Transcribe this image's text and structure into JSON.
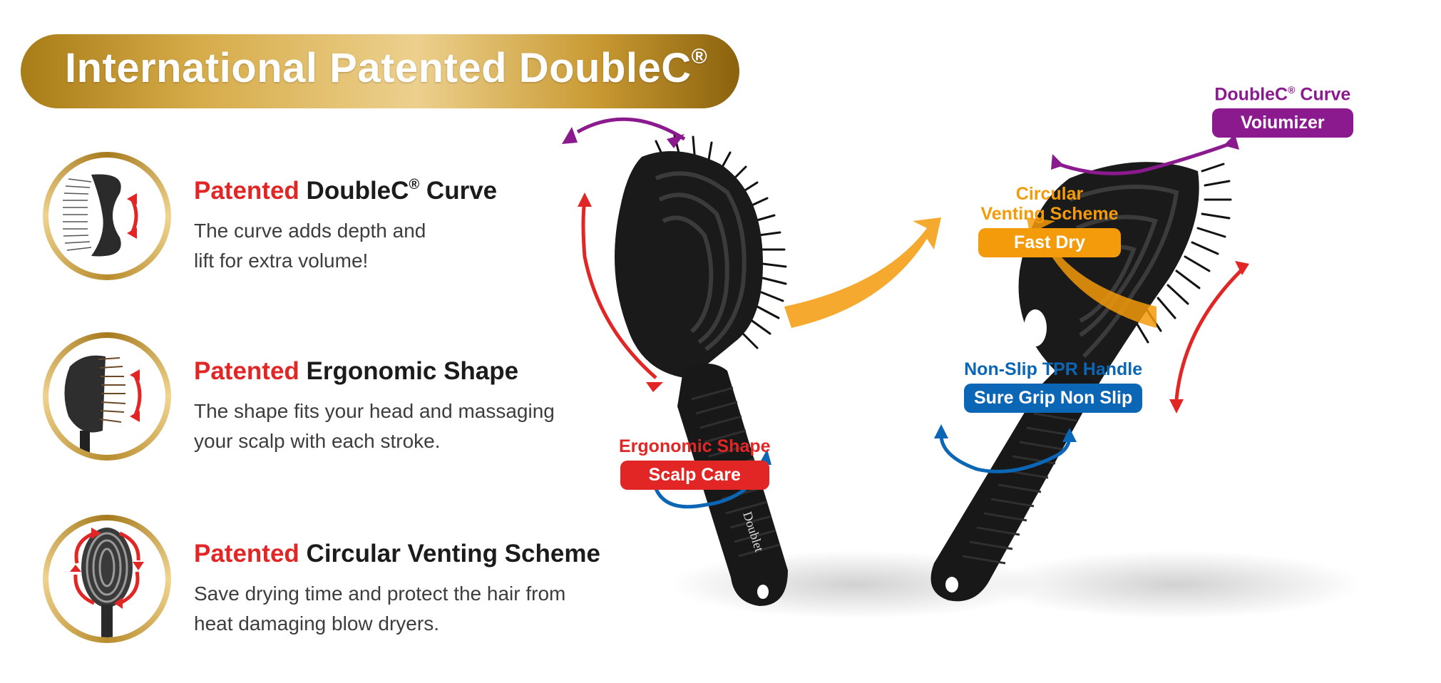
{
  "banner": {
    "title": "International Patented DoubleC",
    "mark": "®"
  },
  "features": [
    {
      "prefix": "Patented",
      "title": "DoubleC",
      "mark": "®",
      "title_suffix": " Curve",
      "lines": [
        "The curve adds depth and",
        "lift for extra volume!"
      ]
    },
    {
      "prefix": "Patented",
      "title": "Ergonomic Shape",
      "mark": "",
      "title_suffix": "",
      "lines": [
        "The shape fits your head and massaging",
        "your scalp with each stroke."
      ]
    },
    {
      "prefix": "Patented",
      "title": "Circular Venting Scheme",
      "mark": "",
      "title_suffix": "",
      "lines": [
        "Save drying time and protect the hair from",
        "heat damaging blow dryers."
      ]
    }
  ],
  "labels": {
    "curve": {
      "title": "DoubleC",
      "mark": "®",
      "title_suffix": " Curve",
      "pill": "Voiumizer",
      "color": "#8b1a8e"
    },
    "venting": {
      "line1": "Circular",
      "line2": "Venting Scheme",
      "pill": "Fast Dry",
      "color": "#f39b0b"
    },
    "handle": {
      "title": "Non-Slip TPR Handle",
      "pill": "Sure Grip Non Slip",
      "color": "#0b66b5"
    },
    "ergonomic": {
      "title": "Ergonomic Shape",
      "pill": "Scalp Care",
      "color": "#e12625"
    }
  },
  "product": {
    "handle_text": "Doublet"
  },
  "colors": {
    "accent_red": "#e12625",
    "gold": "#c99a33",
    "purple": "#8b1a8e",
    "orange": "#f39b0b",
    "blue": "#0b66b5"
  },
  "icons": [
    "curve-brush-icon",
    "ergonomic-brush-icon",
    "venting-brush-icon"
  ]
}
